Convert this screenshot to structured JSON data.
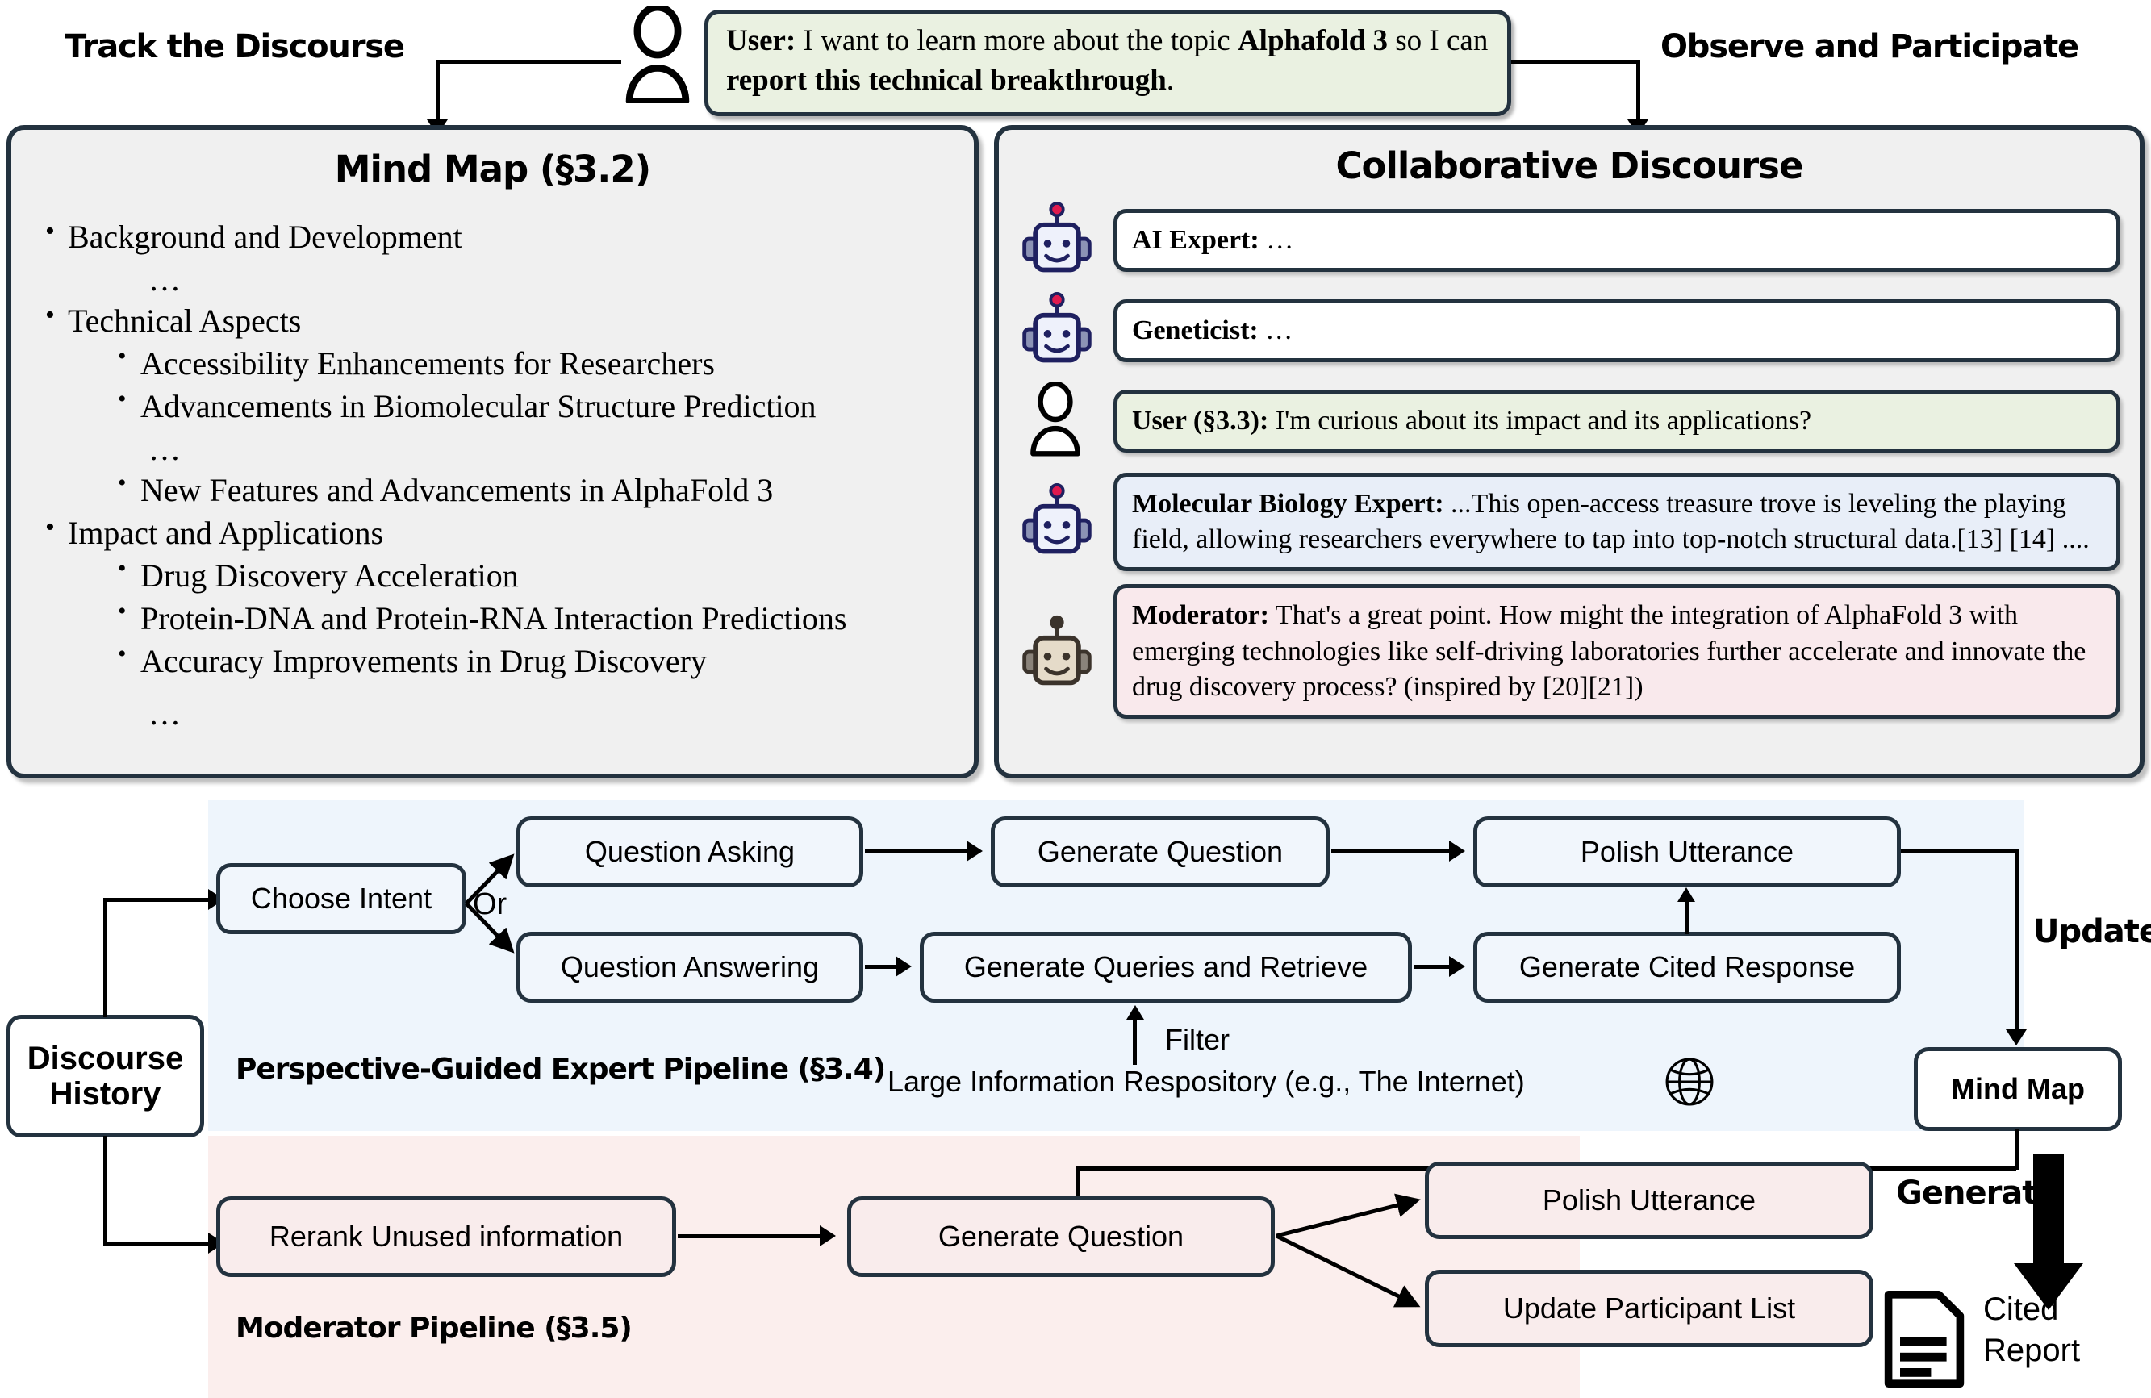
{
  "top": {
    "left_label": "Track the Discourse",
    "right_label": "Observe and Participate",
    "user_bubble": {
      "speaker": "User:",
      "text_part1": " I want to learn more about the topic ",
      "bold1": "Alphafold 3",
      "text_part2": " so I can ",
      "bold2": "report this technical breakthrough",
      "text_part3": "."
    }
  },
  "mind_map_panel": {
    "title": "Mind Map (§3.2)",
    "items": [
      {
        "level": 1,
        "text": "Background and Development"
      },
      {
        "level": "dots",
        "text": "…"
      },
      {
        "level": 1,
        "text": "Technical Aspects"
      },
      {
        "level": 2,
        "text": "Accessibility Enhancements for Researchers"
      },
      {
        "level": 2,
        "text": "Advancements in Biomolecular Structure Prediction"
      },
      {
        "level": "dots",
        "text": "…"
      },
      {
        "level": 2,
        "text": "New Features and Advancements in AlphaFold 3"
      },
      {
        "level": 1,
        "text": "Impact and Applications"
      },
      {
        "level": 2,
        "text": "Drug Discovery Acceleration"
      },
      {
        "level": 2,
        "text": "Protein-DNA and Protein-RNA Interaction Predictions"
      },
      {
        "level": 2,
        "text": "Accuracy Improvements in Drug Discovery"
      },
      {
        "level": "dots",
        "text": "…"
      }
    ]
  },
  "discourse_panel": {
    "title": "Collaborative Discourse",
    "messages": [
      {
        "avatar": "robot-blue-icon",
        "speaker": "AI Expert:",
        "body": " …",
        "style": "white"
      },
      {
        "avatar": "robot-blue-icon",
        "speaker": "Geneticist:",
        "body": " …",
        "style": "white"
      },
      {
        "avatar": "user-person-icon",
        "speaker": "User (§3.3):",
        "body": " I'm curious about its impact and its applications?",
        "style": "green"
      },
      {
        "avatar": "robot-blue-icon",
        "speaker": "Molecular Biology Expert:",
        "body": " ...This open-access treasure trove is leveling the playing field, allowing researchers everywhere to tap into top-notch structural data.[13] [14] ....",
        "style": "blue"
      },
      {
        "avatar": "robot-tan-icon",
        "speaker": "Moderator:",
        "body": " That's a great point. How might the integration of AlphaFold 3 with emerging technologies like self-driving laboratories further accelerate and innovate the drug discovery process? (inspired by [20][21])",
        "style": "pink"
      }
    ]
  },
  "pipeline": {
    "discourse_history": "Discourse\nHistory",
    "discourse_history_line1": "Discourse",
    "discourse_history_line2": "History",
    "expert": {
      "region_title": "Perspective-Guided Expert Pipeline (§3.4)",
      "choose_intent": "Choose Intent",
      "or_label": "Or",
      "question_asking": "Question Asking",
      "question_answering": "Question Answering",
      "generate_question": "Generate Question",
      "generate_queries": "Generate Queries and Retrieve",
      "polish_utterance": "Polish Utterance",
      "generate_cited_response": "Generate Cited Response",
      "filter_label": "Filter",
      "repository_label": "Large Information Respository (e.g., The Internet)",
      "globe_icon": "globe-icon"
    },
    "moderator": {
      "region_title": "Moderator Pipeline (§3.5)",
      "rerank": "Rerank Unused information",
      "generate_question": "Generate Question",
      "polish_utterance": "Polish Utterance",
      "update_participant_list": "Update Participant List"
    },
    "update_label": "Update",
    "mind_map_box": "Mind Map",
    "generate_label": "Generate",
    "cited_report_line1": "Cited",
    "cited_report_line2": "Report",
    "cited_report_icon": "document-icon"
  },
  "colors": {
    "panel_border": "#23323f",
    "panel_fill": "#f0f0f0",
    "user_green": "#eaf1e1",
    "expert_blue": "#e8eef8",
    "moderator_pink": "#f9e9ec",
    "region_blue": "#eef5fc",
    "region_pink": "#fbeeed",
    "robot_navy": "#1f2060",
    "robot_antenna_red": "#e01a4f",
    "robot_tan": "#ded2c0"
  }
}
